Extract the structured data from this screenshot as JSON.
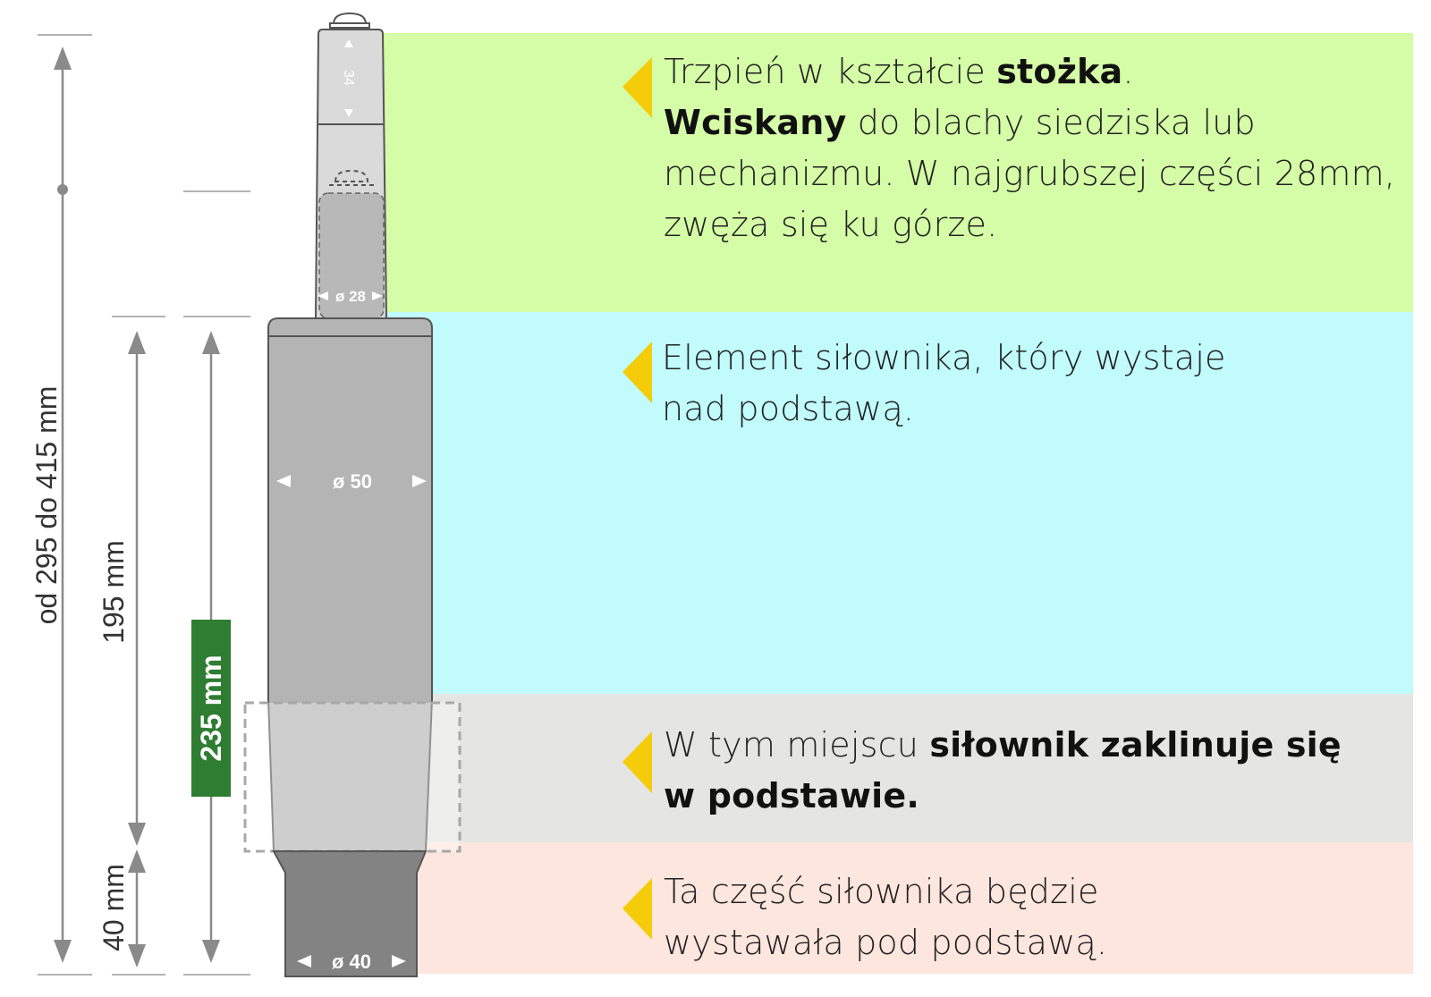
{
  "dimensions": {
    "total": "od 295 do 415 mm",
    "above_base": "195 mm",
    "body_length": "235 mm",
    "below_base": "40 mm",
    "pin_top": "34",
    "pin_diameter": "ø 28",
    "body_diameter": "ø 50",
    "bottom_diameter": "ø 40"
  },
  "sections": [
    {
      "lines": [
        [
          {
            "t": "Trzpień w kształcie "
          },
          {
            "t": "stożka",
            "b": true
          },
          {
            "t": "."
          }
        ],
        [
          {
            "t": "Wciskany",
            "b": true
          },
          {
            "t": " do blachy siedziska lub"
          }
        ],
        [
          {
            "t": "mechanizmu. W najgrubszej części 28mm,"
          }
        ],
        [
          {
            "t": "zwęża się ku górze."
          }
        ]
      ]
    },
    {
      "lines": [
        [
          {
            "t": "Element siłownika, który wystaje"
          }
        ],
        [
          {
            "t": "nad podstawą."
          }
        ]
      ]
    },
    {
      "lines": [
        [
          {
            "t": "W tym miejscu "
          },
          {
            "t": "siłownik zaklinuje się",
            "b": true
          }
        ],
        [
          {
            "t": "w podstawie.",
            "b": true
          }
        ]
      ]
    },
    {
      "lines": [
        [
          {
            "t": "Ta część siłownika będzie"
          }
        ],
        [
          {
            "t": "wystawała pod podstawą."
          }
        ]
      ]
    }
  ],
  "colors": {
    "pin_band": "#d5fca6",
    "body_band": "#c1fbfb",
    "wedge_band": "#e5e5e3",
    "bottom_band": "#fde6de",
    "accent_triangle": "#f5cc0a",
    "badge": "#2e7d32",
    "cylinder": "#b4b4b4",
    "cylinder_dark": "#838383",
    "pin": "#dadada",
    "lines": "#8a8a8a"
  }
}
